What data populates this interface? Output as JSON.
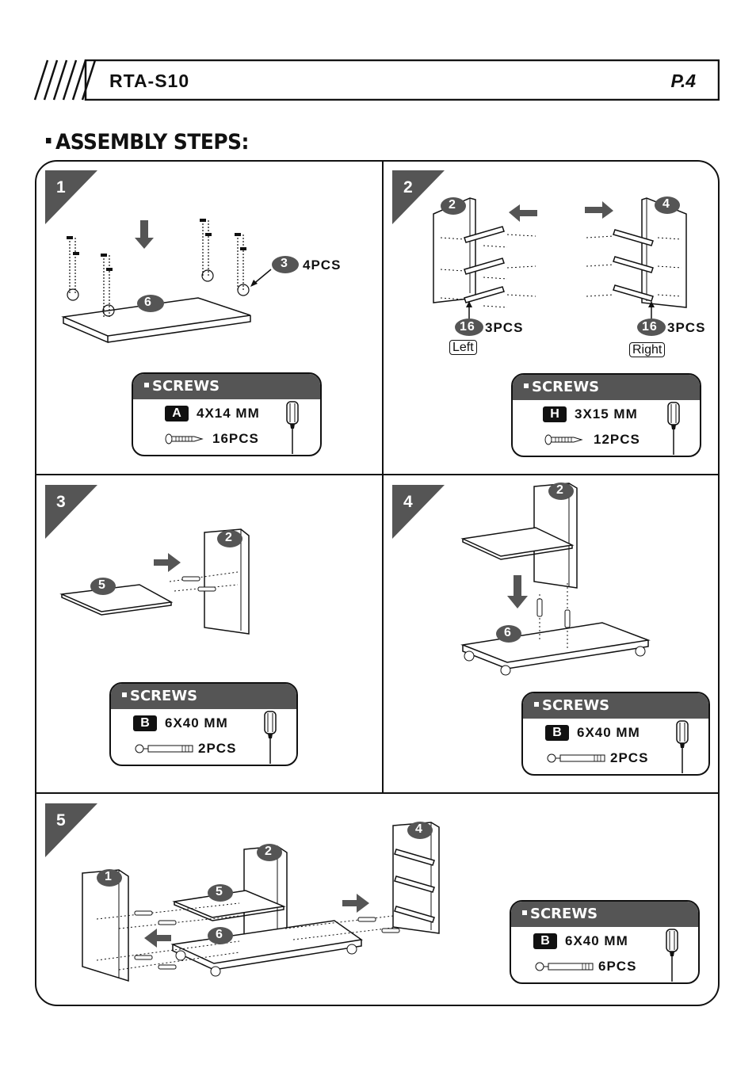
{
  "header": {
    "model": "RTA-S10",
    "page": "P.4"
  },
  "section_title": "ASSEMBLY STEPS:",
  "steps": [
    {
      "number": "1",
      "callout": "4PCS",
      "parts": [
        "6",
        "3"
      ],
      "screws": {
        "title": "SCREWS",
        "code": "A",
        "size": "4X14 MM",
        "qty": "16PCS"
      }
    },
    {
      "number": "2",
      "parts": [
        "2",
        "4",
        "16",
        "16"
      ],
      "callout_left": "3PCS",
      "callout_right": "3PCS",
      "label_left": "Left",
      "label_right": "Right",
      "screws": {
        "title": "SCREWS",
        "code": "H",
        "size": "3X15 MM",
        "qty": "12PCS"
      }
    },
    {
      "number": "3",
      "parts": [
        "5",
        "2"
      ],
      "screws": {
        "title": "SCREWS",
        "code": "B",
        "size": "6X40 MM",
        "qty": "2PCS"
      }
    },
    {
      "number": "4",
      "parts": [
        "2",
        "6"
      ],
      "screws": {
        "title": "SCREWS",
        "code": "B",
        "size": "6X40 MM",
        "qty": "2PCS"
      }
    },
    {
      "number": "5",
      "parts": [
        "1",
        "2",
        "4",
        "5",
        "6"
      ],
      "screws": {
        "title": "SCREWS",
        "code": "B",
        "size": "6X40 MM",
        "qty": "6PCS"
      }
    }
  ],
  "colors": {
    "panel_fill": "#555555",
    "line": "#111111"
  },
  "icons": [
    "screwdriver-icon",
    "screw-icon",
    "arrow-icon"
  ]
}
